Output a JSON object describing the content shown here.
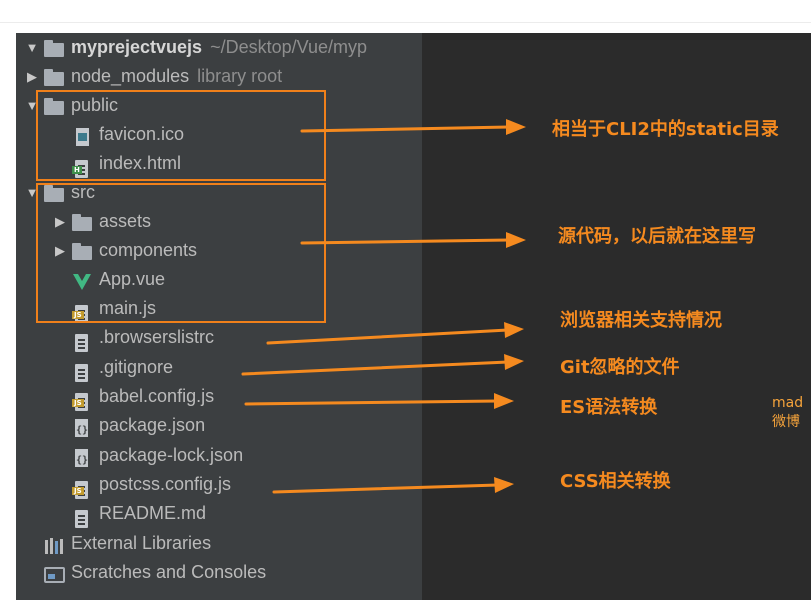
{
  "project": {
    "name": "myprejectvuejs",
    "path": "~/Desktop/Vue/myp"
  },
  "tree": [
    {
      "id": "root",
      "label": "myprejectvuejs",
      "hint": "~/Desktop/Vue/myp",
      "type": "folder",
      "arrow": "down",
      "bold": true
    },
    {
      "id": "node-modules",
      "label": "node_modules",
      "hint": "library root",
      "type": "folder",
      "arrow": "right"
    },
    {
      "id": "public",
      "label": "public",
      "type": "folder",
      "arrow": "down"
    },
    {
      "id": "favicon",
      "label": "favicon.ico",
      "type": "image-file"
    },
    {
      "id": "index-html",
      "label": "index.html",
      "type": "html-file",
      "badge": "H"
    },
    {
      "id": "src",
      "label": "src",
      "type": "folder",
      "arrow": "down"
    },
    {
      "id": "assets",
      "label": "assets",
      "type": "folder",
      "arrow": "right"
    },
    {
      "id": "components",
      "label": "components",
      "type": "folder",
      "arrow": "right"
    },
    {
      "id": "app-vue",
      "label": "App.vue",
      "type": "vue-file"
    },
    {
      "id": "main-js",
      "label": "main.js",
      "type": "js-file",
      "badge": "JS"
    },
    {
      "id": "browserslistrc",
      "label": ".browserslistrc",
      "type": "text-file"
    },
    {
      "id": "gitignore",
      "label": ".gitignore",
      "type": "text-file"
    },
    {
      "id": "babel-config",
      "label": "babel.config.js",
      "type": "js-file",
      "badge": "JS"
    },
    {
      "id": "package-json",
      "label": "package.json",
      "type": "json-file"
    },
    {
      "id": "package-lock",
      "label": "package-lock.json",
      "type": "json-file"
    },
    {
      "id": "postcss-config",
      "label": "postcss.config.js",
      "type": "js-file",
      "badge": "JS"
    },
    {
      "id": "readme",
      "label": "README.md",
      "type": "text-file"
    },
    {
      "id": "external-libs",
      "label": "External Libraries",
      "type": "libraries"
    },
    {
      "id": "scratches",
      "label": "Scratches and Consoles",
      "type": "scratches"
    }
  ],
  "annotations": [
    {
      "id": "public",
      "text": "相当于CLI2中的static目录"
    },
    {
      "id": "src",
      "text": "源代码，以后就在这里写"
    },
    {
      "id": "browserslist",
      "text": "浏览器相关支持情况"
    },
    {
      "id": "gitignore",
      "text": "Git忽略的文件"
    },
    {
      "id": "babel",
      "text": "ES语法转换"
    },
    {
      "id": "postcss",
      "text": "CSS相关转换"
    }
  ],
  "watermark": {
    "line1": "mad",
    "line2": "微博"
  },
  "colors": {
    "accent": "#f58a1f",
    "tree_bg": "#3c3f41",
    "editor_bg": "#2b2b2b",
    "vue_green": "#41b883",
    "js_badge": "#c29b2e",
    "html_badge": "#3f8f4a"
  }
}
